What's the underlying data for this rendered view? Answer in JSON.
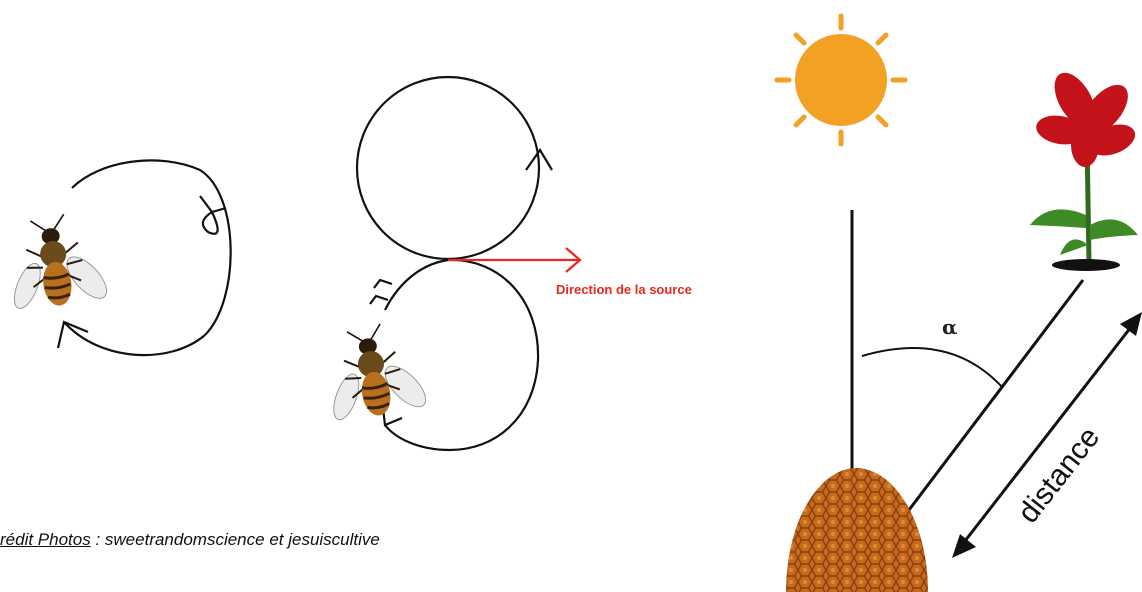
{
  "left_panel": {
    "source_direction_label": "Direction de la source",
    "credit": {
      "prefix": "rédit Photos",
      "suffix": " : sweetrandomscience et  jesuiscultive"
    }
  },
  "right_panel": {
    "angle_label": "α",
    "distance_label": "distance"
  },
  "colors": {
    "arrow_red": "#e8281f",
    "sun": "#f2a125",
    "flower": "#c4121b",
    "hive": "#c66a1e",
    "bee": "#b8701f"
  }
}
